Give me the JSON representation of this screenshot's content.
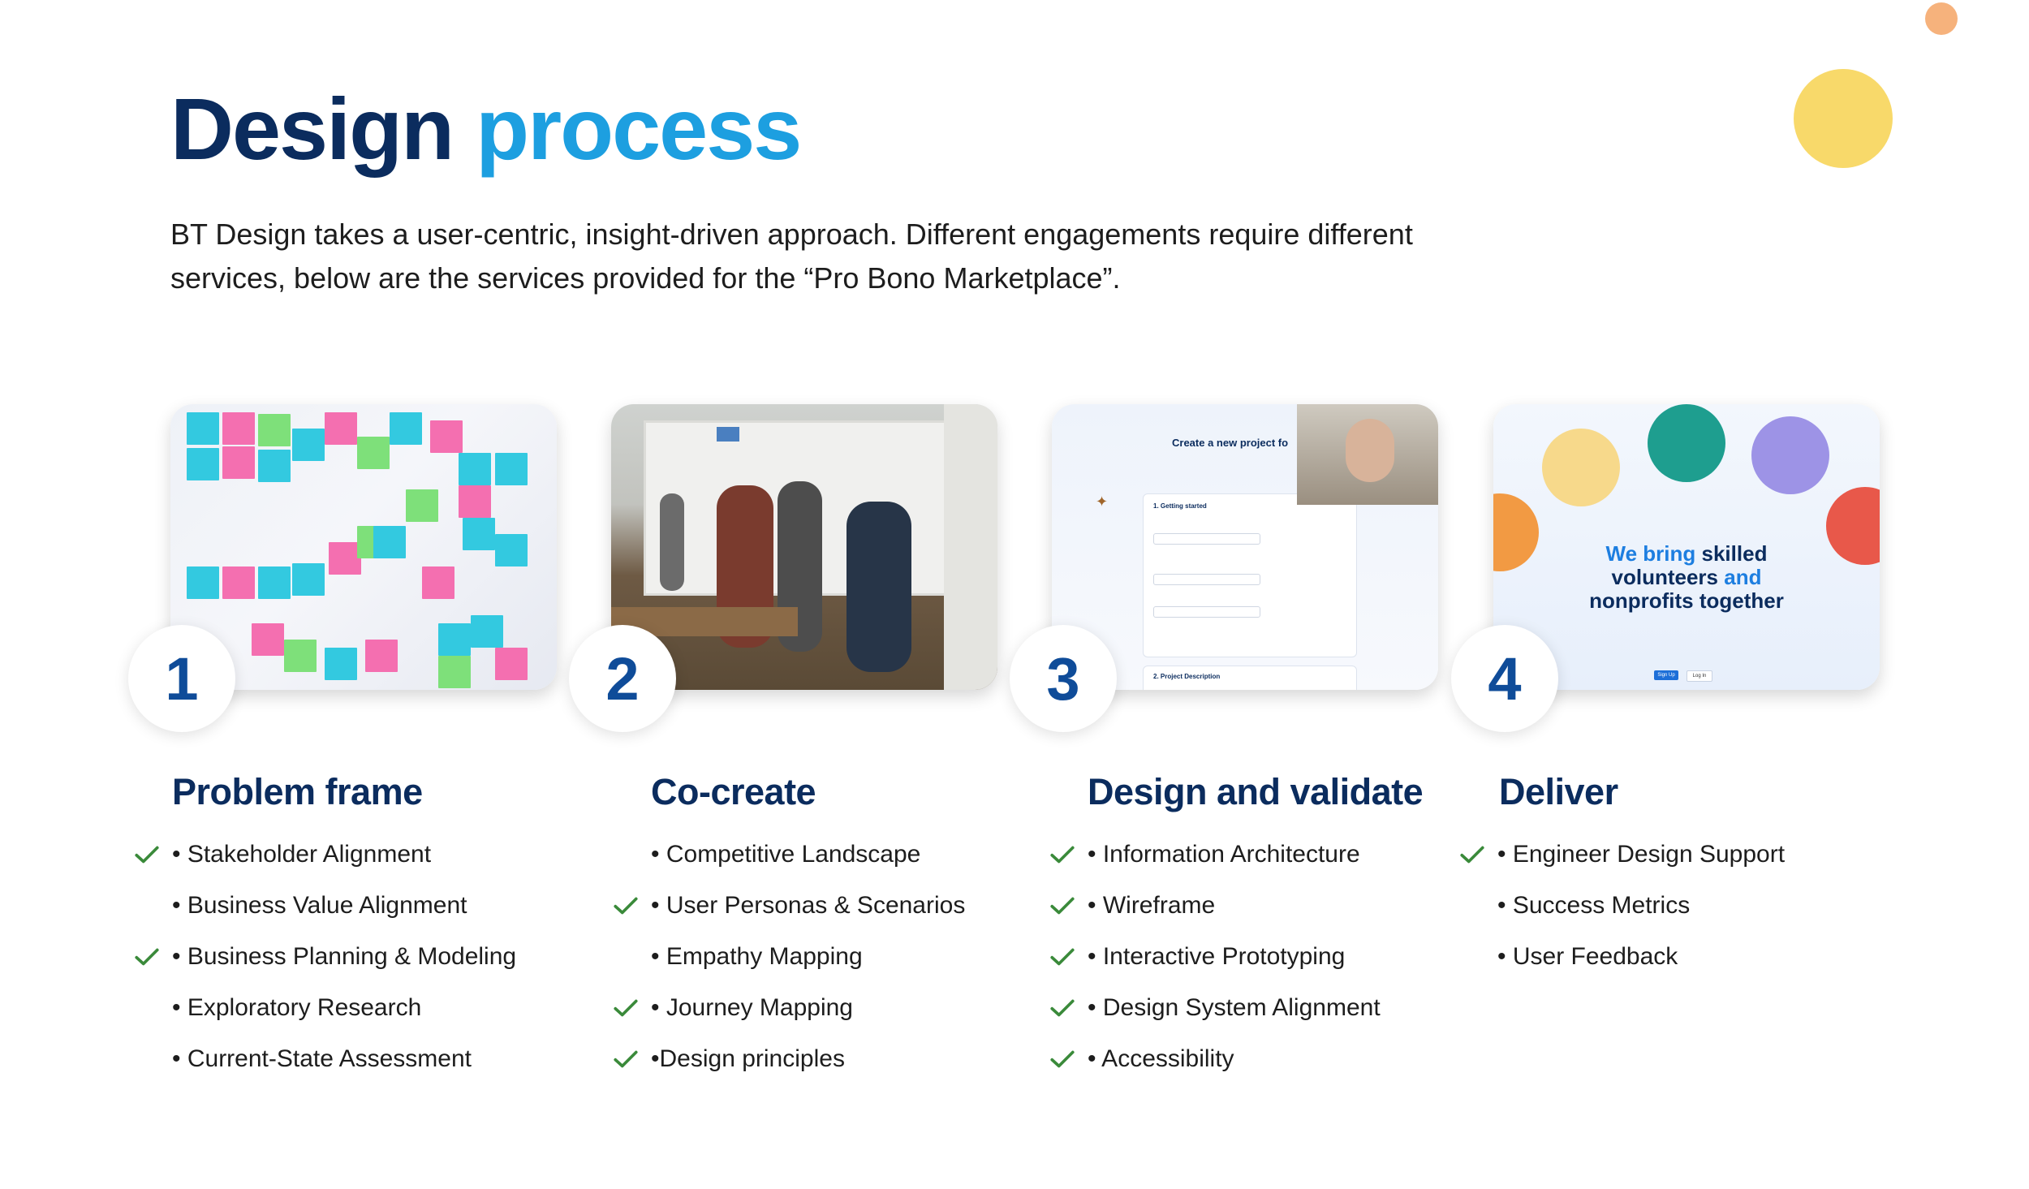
{
  "header": {
    "title_part1": "Design",
    "title_part2": "process",
    "intro": "BT Design takes a user-centric, insight-driven approach. Different engagements require different services, below are the services provided for the “Pro Bono Marketplace”."
  },
  "colors": {
    "navy": "#0b2c5e",
    "blue": "#1d9fe0",
    "badge_number": "#0f4c99",
    "check": "#3a8a3a",
    "dot_orange": "#f6b27c",
    "dot_yellow": "#f8d96a"
  },
  "steps": [
    {
      "number": "1",
      "title": "Problem frame",
      "items": [
        {
          "label": "• Stakeholder Alignment",
          "checked": true
        },
        {
          "label": "• Business Value Alignment",
          "checked": false
        },
        {
          "label": "• Business Planning & Modeling",
          "checked": true
        },
        {
          "label": "• Exploratory Research",
          "checked": false
        },
        {
          "label": "• Current-State Assessment",
          "checked": false
        }
      ]
    },
    {
      "number": "2",
      "title": "Co-create",
      "items": [
        {
          "label": "• Competitive Landscape",
          "checked": false
        },
        {
          "label": "• User Personas & Scenarios",
          "checked": true
        },
        {
          "label": "• Empathy Mapping",
          "checked": false
        },
        {
          "label": "• Journey Mapping",
          "checked": true
        },
        {
          "label": "•Design principles",
          "checked": true
        }
      ]
    },
    {
      "number": "3",
      "title": "Design and validate",
      "items": [
        {
          "label": "• Information Architecture",
          "checked": true
        },
        {
          "label": "• Wireframe",
          "checked": true
        },
        {
          "label": "• Interactive Prototyping",
          "checked": true
        },
        {
          "label": "• Design System Alignment",
          "checked": true
        },
        {
          "label": "• Accessibility",
          "checked": true
        }
      ]
    },
    {
      "number": "4",
      "title": "Deliver",
      "items": [
        {
          "label": "• Engineer Design Support",
          "checked": true
        },
        {
          "label": "• Success Metrics",
          "checked": false
        },
        {
          "label": "• User Feedback",
          "checked": false
        }
      ]
    }
  ],
  "card3": {
    "form_title": "Create a new project fo",
    "section1": "1. Getting started",
    "section2": "2. Project Description"
  },
  "card4": {
    "headline_1": "We bring",
    "headline_2": "skilled",
    "headline_3": "volunteers",
    "headline_4": "and",
    "headline_5": "nonprofits together",
    "signup": "Sign Up",
    "login": "Log In"
  }
}
